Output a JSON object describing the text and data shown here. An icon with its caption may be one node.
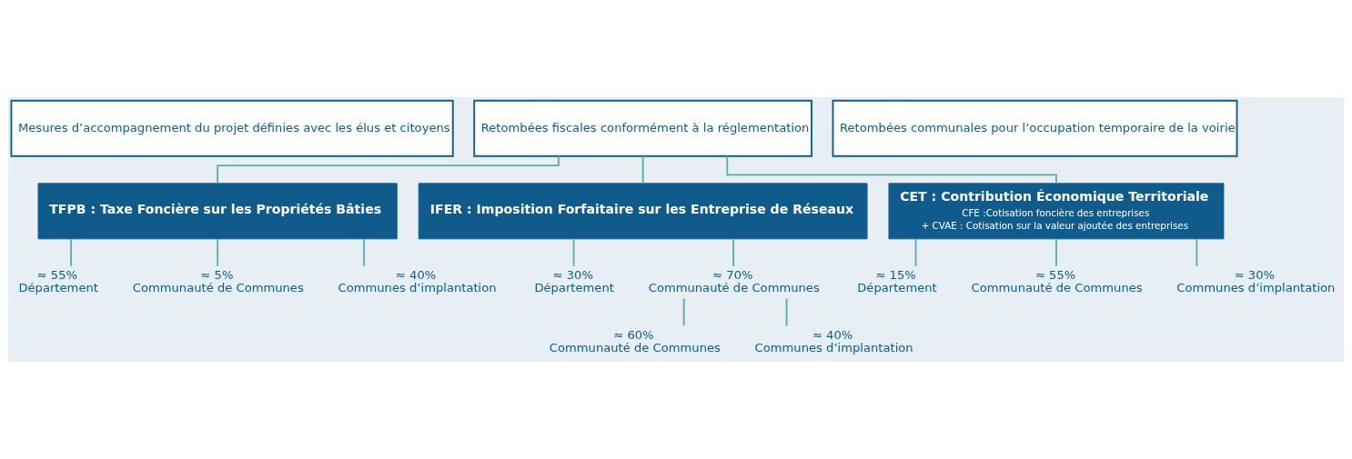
{
  "diagram": {
    "nodes": [
      {
        "text": [
          "Mesures d’accompagnement du projet définies avec les élus et citoyens"
        ]
      },
      {
        "text": [
          "Retombées fiscales conformément à la réglementation"
        ]
      },
      {
        "text": [
          "Retombées communales pour l’occupation temporaire de la voirie"
        ]
      },
      {
        "text": [
          "TFPB : Taxe Foncière sur les Propriétés Bâties"
        ]
      },
      {
        "text": [
          "IFER : Imposition Forfaitaire sur les Entreprise de Réseaux"
        ]
      },
      {
        "text": [
          "CET : Contribution Économique Territoriale",
          "CFE :Cotisation foncière des entreprises",
          "+ CVAE : Cotisation sur la valeur ajoutée des entreprises"
        ]
      },
      {
        "text": [
          "≈ 55%",
          "Département"
        ]
      },
      {
        "text": [
          "≈ 5%",
          "Communauté de Communes"
        ]
      },
      {
        "text": [
          "≈ 40%",
          "Communes d’implantation"
        ]
      },
      {
        "text": [
          "≈ 30%",
          "Département"
        ]
      },
      {
        "text": [
          "≈ 70%",
          "Communauté de Communes"
        ]
      },
      {
        "text": [
          "≈ 60%",
          "Communauté de Communes"
        ]
      },
      {
        "text": [
          "≈ 40%",
          "Communes d’implantation"
        ]
      },
      {
        "text": [
          "≈ 15%",
          "Département"
        ]
      },
      {
        "text": [
          "≈ 55%",
          "Communauté de Communes"
        ]
      },
      {
        "text": [
          "≈ 30%",
          "Communes d’implantation"
        ]
      }
    ],
    "edges": [
      {
        "from": 1,
        "to": 3,
        "arrow": "none"
      },
      {
        "from": 1,
        "to": 4,
        "arrow": "none"
      },
      {
        "from": 1,
        "to": 5,
        "arrow": "none"
      },
      {
        "from": 3,
        "to": 6,
        "arrow": "none"
      },
      {
        "from": 3,
        "to": 7,
        "arrow": "none"
      },
      {
        "from": 3,
        "to": 8,
        "arrow": "none"
      },
      {
        "from": 4,
        "to": 9,
        "arrow": "none"
      },
      {
        "from": 4,
        "to": 10,
        "arrow": "none"
      },
      {
        "from": 10,
        "to": 11,
        "arrow": "none"
      },
      {
        "from": 10,
        "to": 12,
        "arrow": "none"
      },
      {
        "from": 5,
        "to": 13,
        "arrow": "none"
      },
      {
        "from": 5,
        "to": 14,
        "arrow": "none"
      },
      {
        "from": 5,
        "to": 15,
        "arrow": "none"
      }
    ]
  }
}
